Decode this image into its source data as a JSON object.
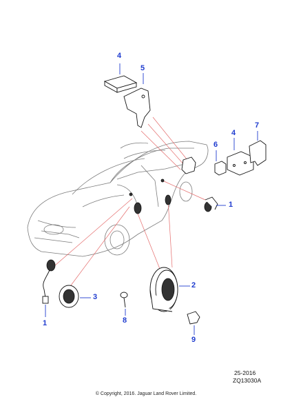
{
  "callouts": [
    {
      "label": "4"
    },
    {
      "label": "5"
    },
    {
      "label": "6"
    },
    {
      "label": "4"
    },
    {
      "label": "7"
    },
    {
      "label": "1"
    },
    {
      "label": "2"
    },
    {
      "label": "3"
    },
    {
      "label": "1"
    },
    {
      "label": "8"
    },
    {
      "label": "9"
    }
  ],
  "reference": {
    "line1": "25-2016",
    "line2": "ZQ13030A"
  },
  "copyright": "© Copyright, 2016. Jaguar Land Rover Limited.",
  "colors": {
    "callout": "#1f3ccf",
    "leader": "#e46a6a",
    "car": "#7a7a7a"
  }
}
